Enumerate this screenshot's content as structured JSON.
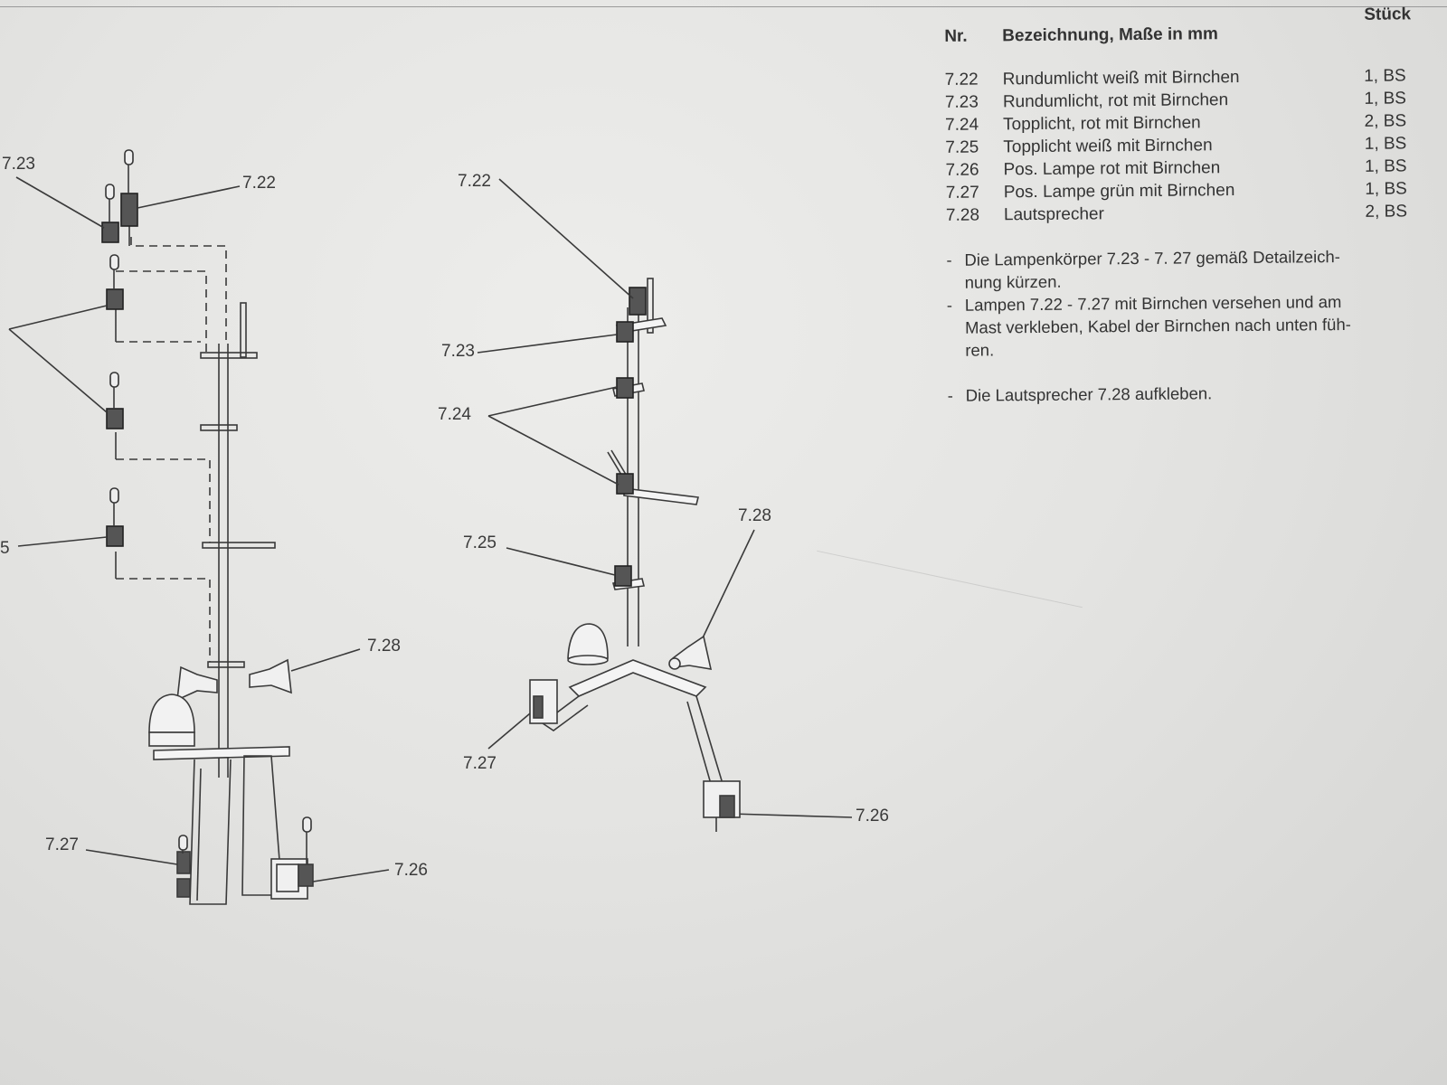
{
  "parts_table": {
    "headers": {
      "nr": "Nr.",
      "description": "Bezeichnung, Maße in mm",
      "quantity": "Stück"
    },
    "rows": [
      {
        "nr": "7.22",
        "description": "Rundumlicht weiß mit Birnchen",
        "quantity": "1, BS"
      },
      {
        "nr": "7.23",
        "description": "Rundumlicht, rot mit Birnchen",
        "quantity": "1, BS"
      },
      {
        "nr": "7.24",
        "description": "Topplicht, rot mit Birnchen",
        "quantity": "2, BS"
      },
      {
        "nr": "7.25",
        "description": "Topplicht weiß mit Birnchen",
        "quantity": "1, BS"
      },
      {
        "nr": "7.26",
        "description": "Pos. Lampe rot mit Birnchen",
        "quantity": "1, BS"
      },
      {
        "nr": "7.27",
        "description": "Pos. Lampe grün mit Birnchen",
        "quantity": "1, BS"
      },
      {
        "nr": "7.28",
        "description": "Lautsprecher",
        "quantity": "2, BS"
      }
    ]
  },
  "notes": [
    {
      "dash": "-",
      "text": "Die Lampenkörper 7.23 - 7. 27 gemäß Detailzeich-",
      "cont": "nung kürzen."
    },
    {
      "dash": "-",
      "text": "Lampen 7.22 - 7.27 mit Birnchen versehen und am",
      "cont": "Mast verkleben, Kabel der Birnchen nach unten füh-",
      "cont2": "ren."
    },
    {
      "dash": "-",
      "text": "Die Lautsprecher 7.28 aufkleben."
    }
  ],
  "callouts_left": {
    "l723": "7.23",
    "l722": "7.22",
    "l725": "5",
    "l728": "7.28",
    "l727": "7.27",
    "l726": "7.26"
  },
  "callouts_right": {
    "r722": "7.22",
    "r723": "7.23",
    "r724": "7.24",
    "r725": "7.25",
    "r728": "7.28",
    "r727": "7.27",
    "r726": "7.26"
  }
}
